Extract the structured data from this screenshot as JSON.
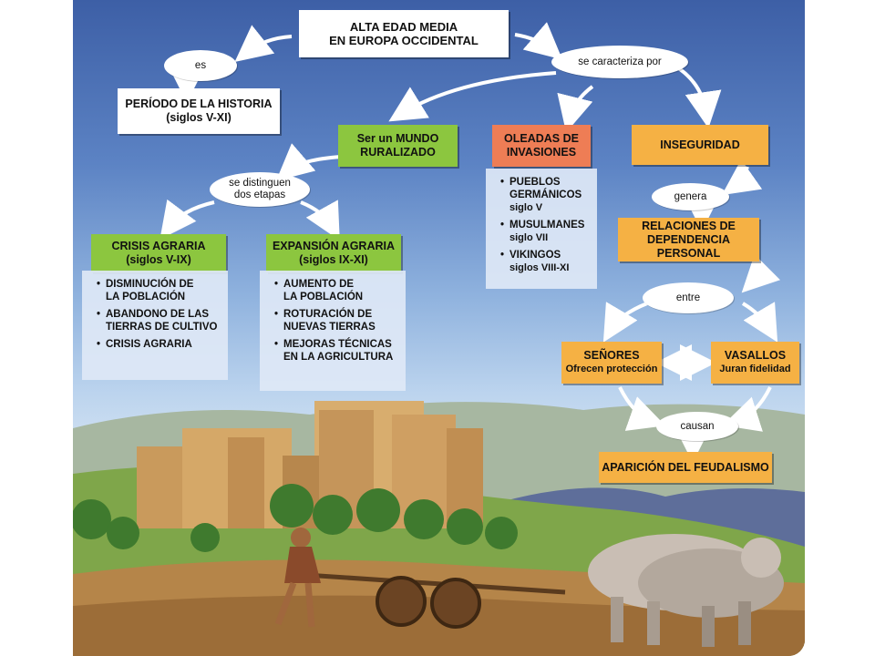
{
  "title": "ALTA EDAD MEDIA\nEN EUROPA OCCIDENTAL",
  "connectors": {
    "es": "es",
    "se_caracteriza_por": "se caracteriza por",
    "se_distinguen": "se distinguen\ndos etapas",
    "genera": "genera",
    "entre": "entre",
    "causan": "causan"
  },
  "periodo": "PERÍODO DE LA HISTORIA\n(siglos V-XI)",
  "mundo_ruralizado": "Ser un MUNDO\nRURALIZADO",
  "oleadas": "OLEADAS DE\nINVASIONES",
  "inseguridad": "INSEGURIDAD",
  "crisis": "CRISIS AGRARIA\n(siglos V-IX)",
  "expansion": "EXPANSIÓN AGRARIA\n(siglos IX-XI)",
  "crisis_items": [
    "DISMINUCIÓN DE\nLA POBLACIÓN",
    "ABANDONO DE LAS\nTIERRAS DE CULTIVO",
    "CRISIS AGRARIA"
  ],
  "expansion_items": [
    "AUMENTO DE\nLA POBLACIÓN",
    "ROTURACIÓN DE\nNUEVAS TIERRAS",
    "MEJORAS TÉCNICAS\nEN LA AGRICULTURA"
  ],
  "invasiones_items": [
    {
      "name": "PUEBLOS\nGERMÁNICOS",
      "era": "siglo V"
    },
    {
      "name": "MUSULMANES",
      "era": "siglo VII"
    },
    {
      "name": "VIKINGOS",
      "era": "siglos VIII-XI"
    }
  ],
  "relaciones": "RELACIONES DE\nDEPENDENCIA PERSONAL",
  "senores": {
    "name": "SEÑORES",
    "role": "Ofrecen protección"
  },
  "vasallos": {
    "name": "VASALLOS",
    "role": "Juran fidelidad"
  },
  "feudalismo": "APARICIÓN DEL FEUDALISMO",
  "colors": {
    "green": "#8cc63f",
    "orange": "#f5b144",
    "red": "#ee7d55",
    "white": "#ffffff",
    "list_bg": "#dee8f6"
  }
}
